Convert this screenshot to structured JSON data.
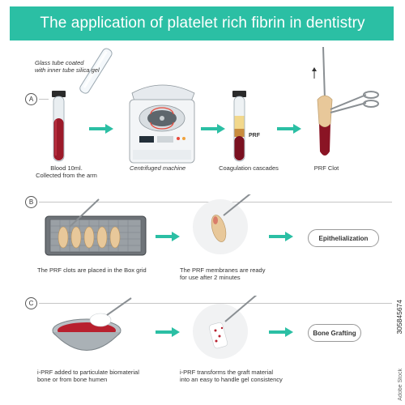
{
  "title": "The application of platelet rich fibrin in dentistry",
  "steps": {
    "a": "A",
    "b": "B",
    "c": "C"
  },
  "row_a": {
    "tube_note": "Glass tube coated\nwith inner tube silica gel",
    "blood_caption": "Blood 10ml.\nCollected from the arm",
    "centrifuge_caption": "Centrifuged machine",
    "coagulation_caption": "Coagulation cascades",
    "prf_tube_label": "PRF",
    "clot_caption": "PRF Clot"
  },
  "row_b": {
    "box_caption": "The PRF clots are placed in the Box grid",
    "membrane_caption": "The PRF membranes are ready\nfor use after 2 minutes",
    "result": "Epithelialization"
  },
  "row_c": {
    "bowl_caption": "i-PRF added to particulate biomaterial\nbone or from bone humen",
    "transform_caption": "i-PRF transforms the graft material\ninto an easy to handle gel consistency",
    "result": "Bone Grafting"
  },
  "watermark": {
    "code": "305845674",
    "brand": "Adobe Stock"
  },
  "colors": {
    "accent": "#2bbfa4",
    "blood": "#9c1a2a",
    "clot": "#e8c89a"
  }
}
